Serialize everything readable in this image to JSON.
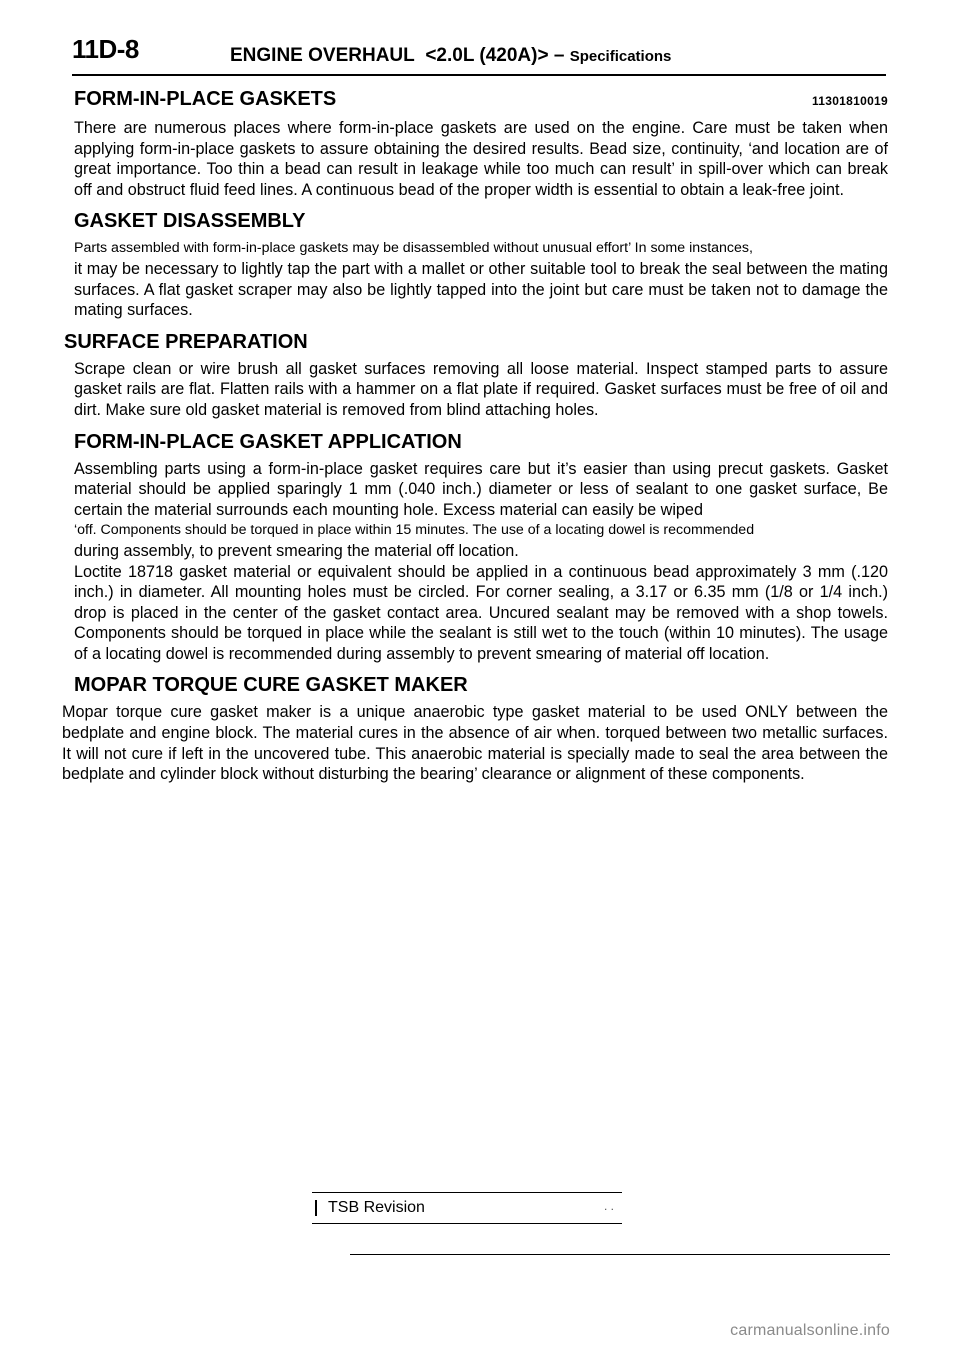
{
  "header": {
    "page_id": "11D-8",
    "title": "ENGINE OVERHAUL",
    "engine": "<2.0L (420A)>",
    "dash": "–",
    "subsection": "Specifications"
  },
  "sections": [
    {
      "heading": "FORM-IN-PLACE GASKETS",
      "code": "11301810019",
      "paragraphs": [
        "There are numerous places where form-in-place gaskets are used on the engine. Care must be taken when applying form-in-place gaskets to assure obtaining the desired results. Bead size, continuity, ‘and location are of great importance. Too thin a bead can result in leakage while too much can result’ in spill-over which can break off and obstruct fluid feed lines. A continuous bead of the proper width is essential to obtain a leak-free joint."
      ]
    },
    {
      "heading": "GASKET DISASSEMBLY",
      "paragraphs_small": [
        "Parts assembled with form-in-place gaskets may be disassembled without unusual effort’ In some instances,"
      ],
      "paragraphs": [
        "it may be necessary to lightly tap the part with a mallet or other suitable tool to break the seal between the mating surfaces. A flat gasket scraper may also be lightly tapped into the joint but care must be taken not to damage the mating surfaces."
      ]
    },
    {
      "heading": "SURFACE PREPARATION",
      "paragraphs": [
        "Scrape clean or wire brush all gasket surfaces removing all loose material. Inspect stamped parts to assure gasket rails are flat. Flatten rails with a hammer on a flat plate if required. Gasket surfaces must be free of oil and dirt. Make sure old gasket material is removed from blind attaching holes."
      ]
    },
    {
      "heading": "FORM-IN-PLACE GASKET APPLICATION",
      "paragraphs": [
        "Assembling parts using a form-in-place gasket requires care but it’s easier than using precut gaskets. Gasket material should be applied sparingly 1 mm (.040 inch.) diameter or less of sealant to one gasket surface, Be certain the material surrounds each mounting hole. Excess material can easily be wiped"
      ],
      "paragraphs_small": [
        "‘off. Components should be torqued in place within 15 minutes. The use of a locating dowel is recommended"
      ],
      "paragraphs_after": [
        "during assembly, to prevent smearing the material off location.",
        "Loctite 18718 gasket material or equivalent should be applied in a continuous bead approximately 3 mm (.120 inch.) in diameter. All mounting holes must be circled. For corner sealing, a 3.17 or 6.35 mm (1/8 or 1/4 inch.) drop is placed in the center of the gasket contact area. Uncured sealant may be removed with a shop towels. Components should be torqued in place while the sealant is still wet to the touch (within 10 minutes). The usage of a locating dowel is recommended during assembly to prevent smearing of material off location."
      ]
    },
    {
      "heading": "MOPAR TORQUE CURE GASKET MAKER",
      "paragraphs": [
        "Mopar torque cure gasket maker is a unique anaerobic type gasket material to be used ONLY between the bedplate and engine block. The material cures in the absence of air when. torqued between two metallic surfaces. It will not cure if left in the uncovered tube. This anaerobic material is specially made to seal the area between the bedplate and cylinder block without disturbing the bearing’ clearance or alignment of these components."
      ]
    }
  ],
  "footer": {
    "tsb_label": "TSB Revision",
    "tsb_marks": ". .",
    "watermark": "carmanualsonline.info"
  }
}
